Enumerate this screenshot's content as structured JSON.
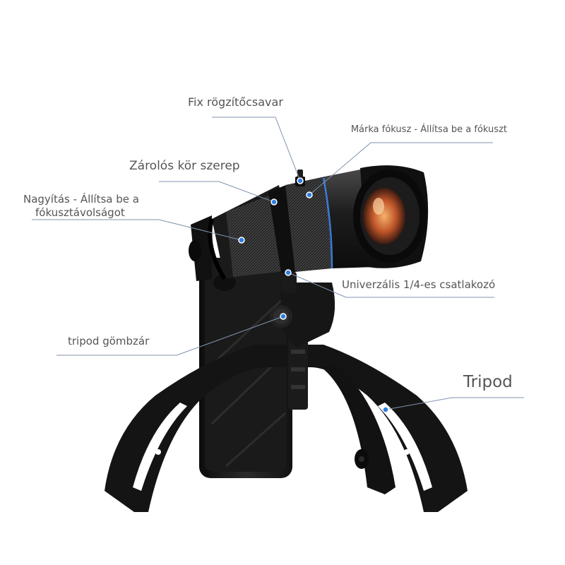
{
  "labels": {
    "fix_screw": "Fix rögzítőcsavar",
    "brand_focus": "Márka fókusz - Állítsa be a fókuszt",
    "lock_ring": "Zárolós kör szerep",
    "zoom_line1": "Nagyítás - Állítsa be a",
    "zoom_line2": "fókusztávolságot",
    "universal_connector": "Univerzális 1/4-es csatlakozó",
    "ball_lock": "tripod gömbzár",
    "tripod": "Tripod"
  },
  "colors": {
    "accent_dot": "#2f7de1",
    "leader_line": "#7f93ad",
    "label_text": "#555555",
    "body_black": "#161616",
    "lens_glass": "#c0562a"
  },
  "icons": {
    "fix_screw_marker": "dot",
    "brand_focus_marker": "dot",
    "lock_ring_marker": "dot",
    "zoom_marker": "dot",
    "connector_marker": "dot",
    "ball_lock_marker": "dot",
    "tripod_marker": "dot"
  }
}
